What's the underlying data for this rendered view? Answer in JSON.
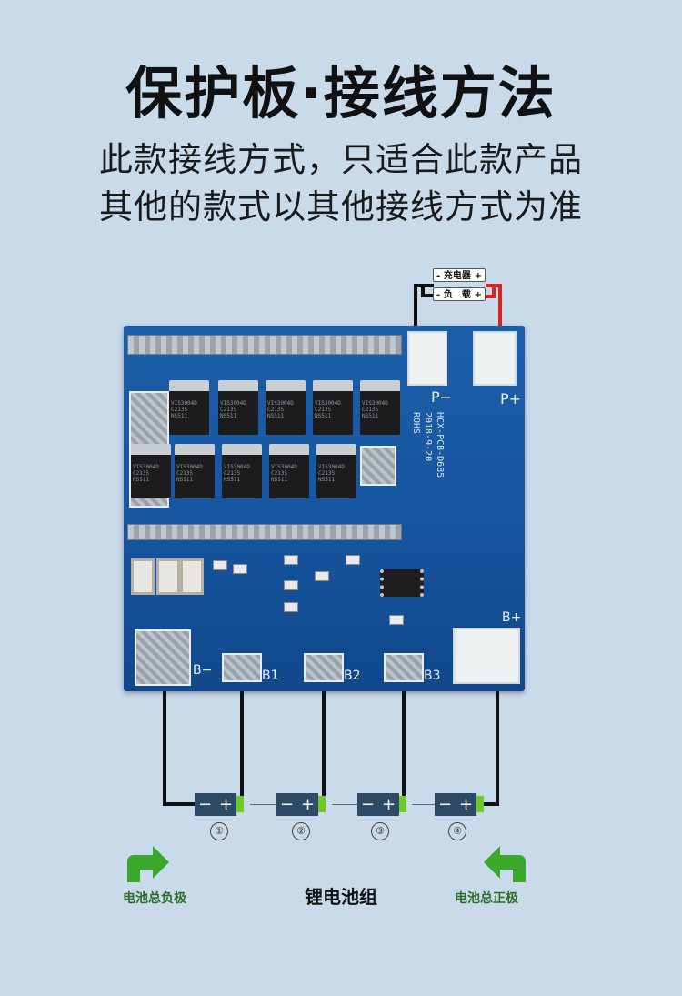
{
  "header": {
    "title": "保护板·接线方法",
    "subtitle_line1": "此款接线方式，只适合此款产品",
    "subtitle_line2": "其他的款式以其他接线方式为准"
  },
  "pcb": {
    "model_line1": "HCX-PCB-D685",
    "model_line2": "2018-9-20",
    "model_line3": "ROHS",
    "label_p_minus": "P−",
    "label_p_plus": "P+",
    "label_b_minus": "B−",
    "label_b1": "B1",
    "label_b2": "B2",
    "label_b3": "B3",
    "label_b_plus": "B+",
    "mosfet_marking": "VIS3004D\nC2135\nNS511"
  },
  "outputs": {
    "charger_label": "充电器",
    "load_label": "负　载",
    "minus_sign": "-",
    "plus_sign": "+"
  },
  "cells": [
    {
      "minus": "−",
      "plus": "+",
      "number": "①"
    },
    {
      "minus": "−",
      "plus": "+",
      "number": "②"
    },
    {
      "minus": "−",
      "plus": "+",
      "number": "③"
    },
    {
      "minus": "−",
      "plus": "+",
      "number": "④"
    }
  ],
  "footer": {
    "total_negative": "电池总负极",
    "battery_pack": "锂电池组",
    "total_positive": "电池总正极"
  },
  "colors": {
    "background": "#c9daeb",
    "pcb": "#1b5fa8",
    "cell": "#2d4a66",
    "terminal": "#6ccc22",
    "arrow": "#3aa82a",
    "positive_wire": "#d9241f",
    "negative_wire": "#111111"
  }
}
